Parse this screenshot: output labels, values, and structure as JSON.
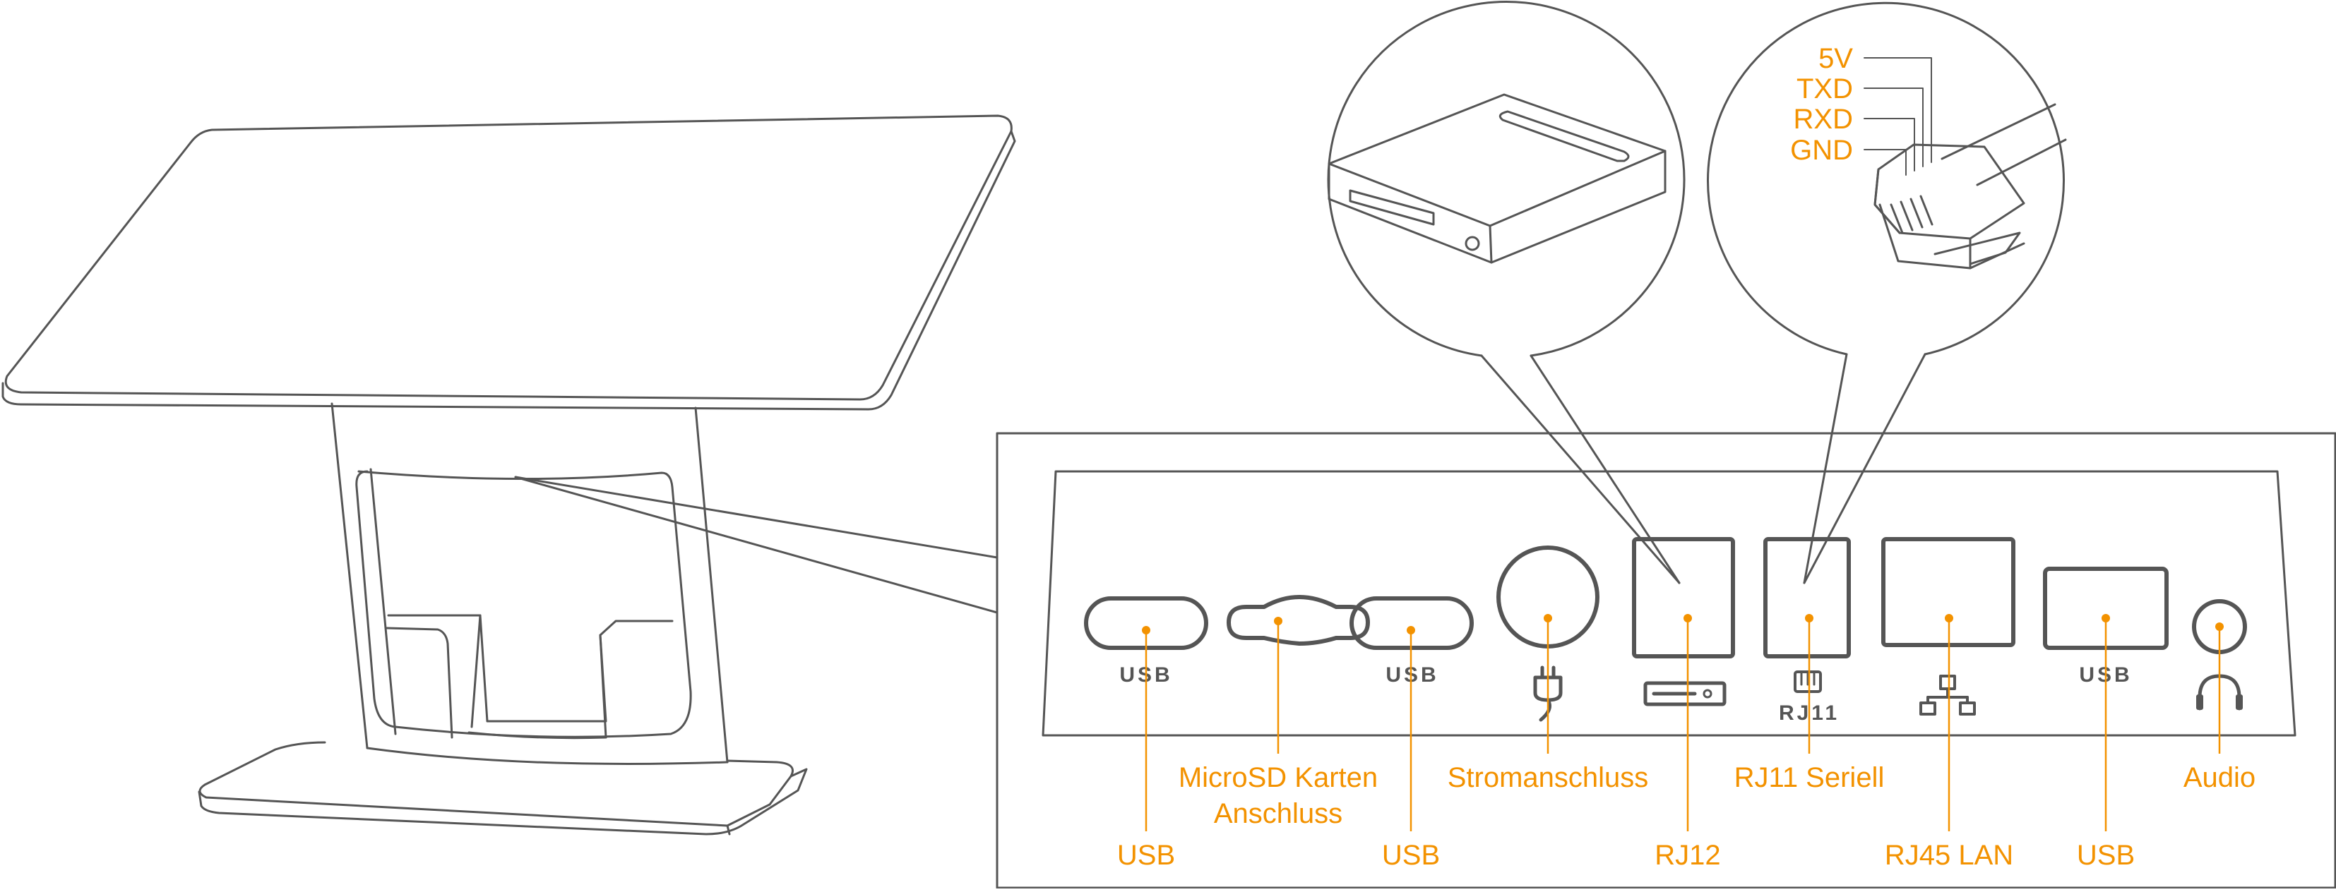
{
  "colors": {
    "accent": "#f39200",
    "line": "#555555"
  },
  "port_markings": {
    "usb_1": "USB",
    "usb_2": "USB",
    "usb_3": "USB",
    "rj11": "RJ11"
  },
  "pin_labels": [
    "5V",
    "TXD",
    "RXD",
    "GND"
  ],
  "callouts": {
    "usb_1": "USB",
    "microsd_line1": "MicroSD Karten",
    "microsd_line2": "Anschluss",
    "usb_2": "USB",
    "power": "Stromanschluss",
    "rj12": "RJ12",
    "rj11_serial": "RJ11 Seriell",
    "rj45_lan": "RJ45 LAN",
    "usb_3": "USB",
    "audio": "Audio"
  },
  "icons": [
    "power-plug-icon",
    "cash-drawer-icon",
    "phone-jack-icon",
    "network-lan-icon",
    "headphones-icon"
  ]
}
